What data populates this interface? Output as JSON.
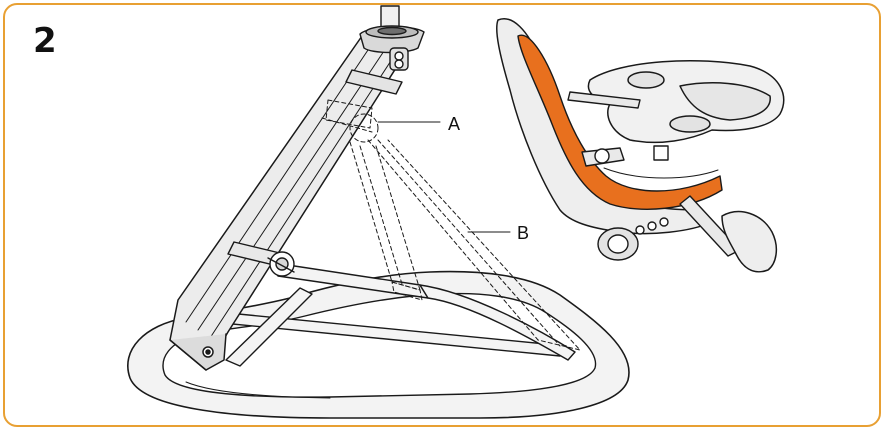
{
  "step": {
    "number": "2"
  },
  "callouts": {
    "a": "A",
    "b": "B"
  },
  "colors": {
    "frame": "#e8a033",
    "accent_orange": "#e8701e",
    "line": "#1a1a1a",
    "base_fill": "#f2f2f2",
    "seat_fill": "#e9e9e9"
  }
}
